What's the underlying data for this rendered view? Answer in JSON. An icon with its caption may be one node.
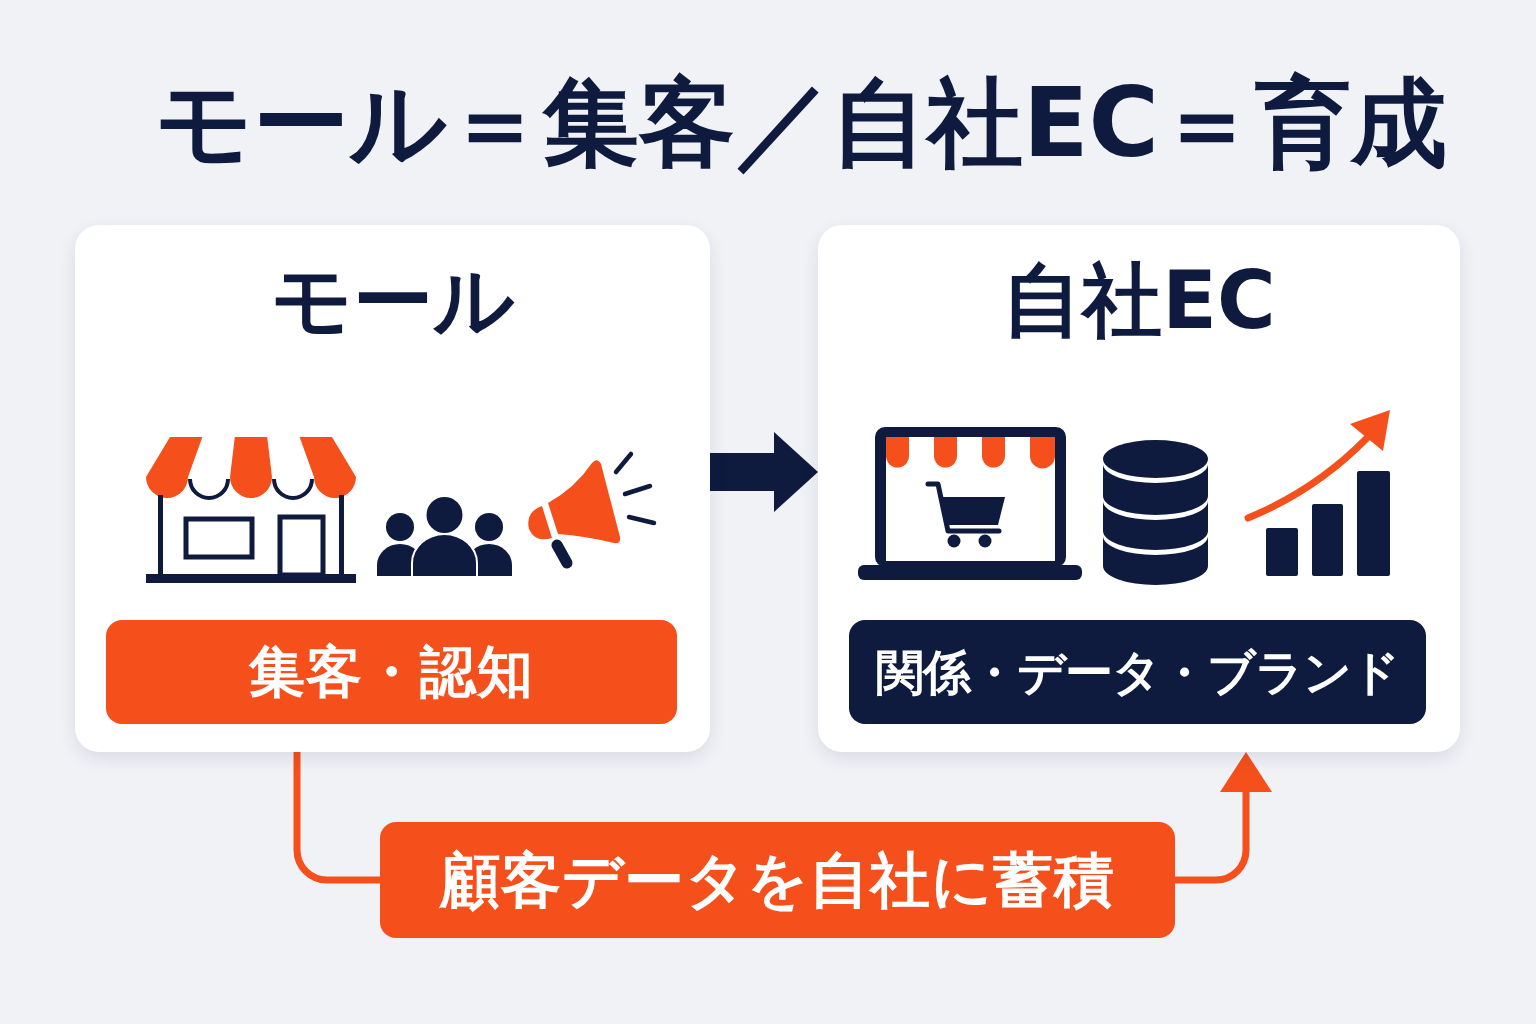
{
  "diagram": {
    "title": "モール＝集客／自社EC＝育成",
    "nodes": [
      {
        "text": [
          "モール"
        ]
      },
      {
        "text": [
          "集客・認知"
        ],
        "in": 0
      },
      {
        "text": [
          "自社EC"
        ]
      },
      {
        "text": [
          "関係・データ・ブランド"
        ],
        "in": 2
      },
      {
        "text": [
          "顧客データを自社に蓄積"
        ]
      }
    ],
    "edges": [
      {
        "from": 0,
        "to": 2,
        "arrow": "to",
        "style": "thick",
        "color": "#0e1b3f"
      },
      {
        "from": 0,
        "to": 4,
        "arrow": "none"
      },
      {
        "from": 4,
        "to": 2,
        "arrow": "to"
      }
    ]
  }
}
